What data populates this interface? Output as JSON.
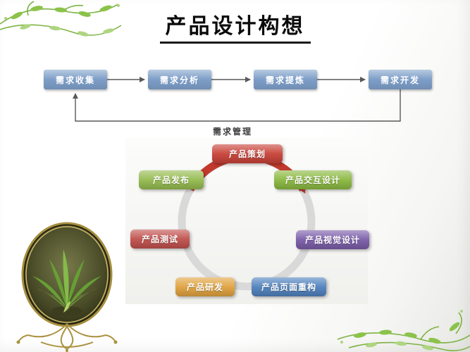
{
  "slide": {
    "title": "产品设计构想"
  },
  "flowchart": {
    "steps": [
      {
        "label": "需求收集"
      },
      {
        "label": "需求分析"
      },
      {
        "label": "需求提炼"
      },
      {
        "label": "需求开发"
      }
    ],
    "feedback_label": "需求管理",
    "box_color": "#7d9ec8",
    "connector_color": "#595959"
  },
  "cycle": {
    "ring_color": "#d9d9d9",
    "arrow_color": "#c23a2d",
    "items": [
      {
        "label": "产品策划",
        "color": "#c84238"
      },
      {
        "label": "产品交互设计",
        "color": "#8ab840"
      },
      {
        "label": "产品视觉设计",
        "color": "#7a5ca8"
      },
      {
        "label": "产品页面重构",
        "color": "#4f81bd"
      },
      {
        "label": "产品研发",
        "color": "#e0a23e"
      },
      {
        "label": "产品测试",
        "color": "#c0504d"
      },
      {
        "label": "产品发布",
        "color": "#94ba4e"
      }
    ]
  }
}
